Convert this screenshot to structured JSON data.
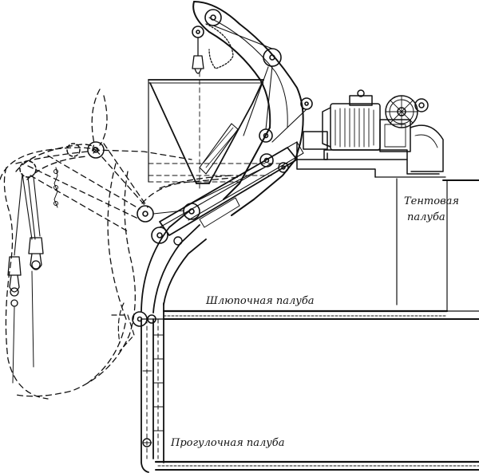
{
  "labels": {
    "tent_deck_line1": "Тентовая",
    "tent_deck_line2": "палуба",
    "boat_deck": "Шлюпочная палуба",
    "promenade_deck": "Прогулочная палуба"
  },
  "colors": {
    "ink": "#111111",
    "background": "#ffffff"
  }
}
